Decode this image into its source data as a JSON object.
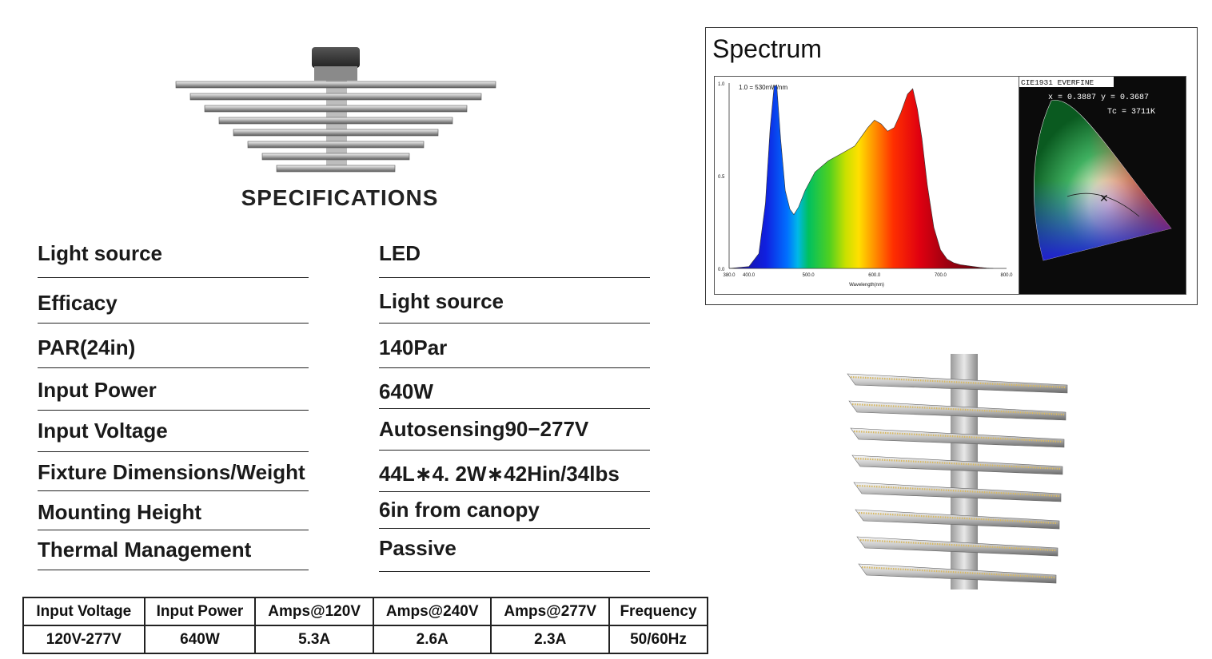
{
  "spec_heading": "SPECIFICATIONS",
  "specs": [
    {
      "label": "Light  source",
      "value": "LED"
    },
    {
      "label": "Efficacy",
      "value": "Light  source"
    },
    {
      "label": "PAR(24in)",
      "value": "140Par"
    },
    {
      "label": "Input Power",
      "value": "640W"
    },
    {
      "label": "Input Voltage",
      "value": "Autosensing90−277V"
    },
    {
      "label": "Fixture Dimensions/Weight",
      "value": "44L∗4. 2W∗42Hin/34lbs"
    },
    {
      "label": "Mounting Height",
      "value": "6in from canopy"
    },
    {
      "label": "Thermal Management",
      "value": "Passive"
    }
  ],
  "electrical_table": {
    "headers": [
      "Input Voltage",
      "Input Power",
      "Amps@120V",
      "Amps@240V",
      "Amps@277V",
      "Frequency"
    ],
    "row": [
      "120V-277V",
      "640W",
      "5.3A",
      "2.6A",
      "2.3A",
      "50/60Hz"
    ]
  },
  "spectrum": {
    "title": "Spectrum",
    "chart_data": {
      "type": "area",
      "annotation": "1.0 = 530mW/nm",
      "xlabel": "Wavelength(nm)",
      "x_ticks": [
        "380.0",
        "400.0",
        "500.0",
        "600.0",
        "700.0",
        "800.0"
      ],
      "y_ticks": [
        "1.0",
        "0.5",
        "0.0"
      ],
      "xlim": [
        380,
        800
      ],
      "ylim": [
        0,
        1.0
      ],
      "x": [
        380,
        410,
        425,
        435,
        442,
        448,
        452,
        458,
        465,
        472,
        478,
        485,
        495,
        510,
        530,
        550,
        570,
        590,
        600,
        610,
        620,
        630,
        640,
        650,
        658,
        665,
        672,
        680,
        690,
        700,
        710,
        720,
        730,
        740,
        750,
        760,
        770,
        780
      ],
      "y": [
        0.0,
        0.01,
        0.08,
        0.35,
        0.75,
        0.98,
        0.99,
        0.7,
        0.42,
        0.32,
        0.29,
        0.33,
        0.42,
        0.52,
        0.58,
        0.62,
        0.66,
        0.76,
        0.8,
        0.78,
        0.74,
        0.76,
        0.84,
        0.94,
        0.97,
        0.86,
        0.7,
        0.45,
        0.22,
        0.1,
        0.05,
        0.03,
        0.02,
        0.015,
        0.01,
        0.005,
        0.002,
        0.0
      ]
    },
    "cie": {
      "header": "CIE1931 EVERFINE",
      "coords": "x = 0.3887  y = 0.3687",
      "tc": "Tc = 3711K"
    }
  }
}
